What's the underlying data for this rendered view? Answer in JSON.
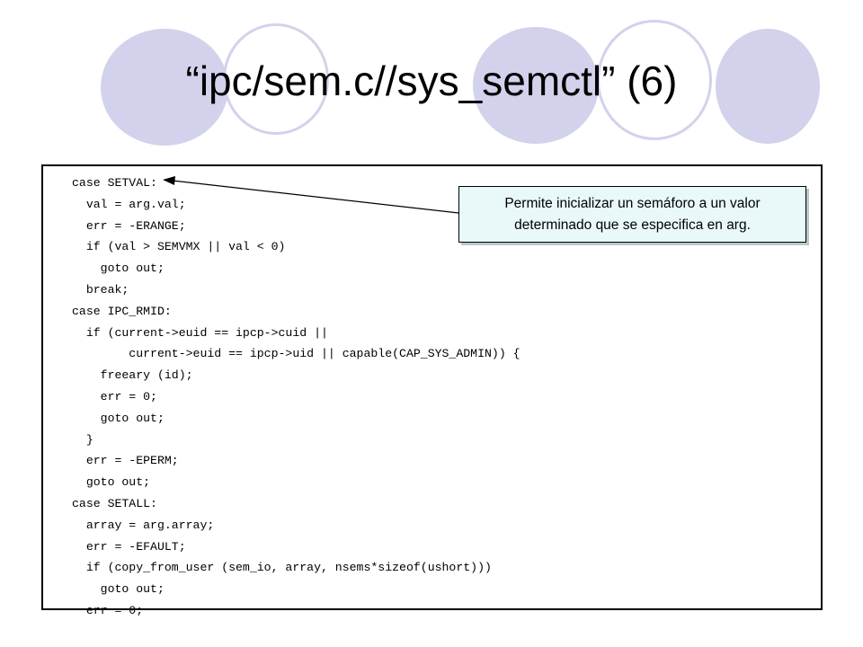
{
  "slide": {
    "title": "“ipc/sem.c//sys_semctl” (6)",
    "code_lines": [
      "case SETVAL:",
      "  val = arg.val;",
      "  err = -ERANGE;",
      "  if (val > SEMVMX || val < 0)",
      "    goto out;",
      "  break;",
      "case IPC_RMID:",
      "  if (current->euid == ipcp->cuid ||",
      "        current->euid == ipcp->uid || capable(CAP_SYS_ADMIN)) {",
      "    freeary (id);",
      "    err = 0;",
      "    goto out;",
      "  }",
      "  err = -EPERM;",
      "  goto out;",
      "case SETALL:",
      "  array = arg.array;",
      "  err = -EFAULT;",
      "  if (copy_from_user (sem_io, array, nsems*sizeof(ushort)))",
      "    goto out;",
      "  err = 0;"
    ],
    "callout": {
      "line1": "Permite inicializar un semáforo a un valor",
      "line2": "determinado que se especifica en arg."
    }
  },
  "colors": {
    "circle_fill": "#d2d2ec",
    "callout_background": "#e9f9fa",
    "border": "#000000"
  },
  "icons": {
    "callout_pointer": "arrow-icon"
  }
}
